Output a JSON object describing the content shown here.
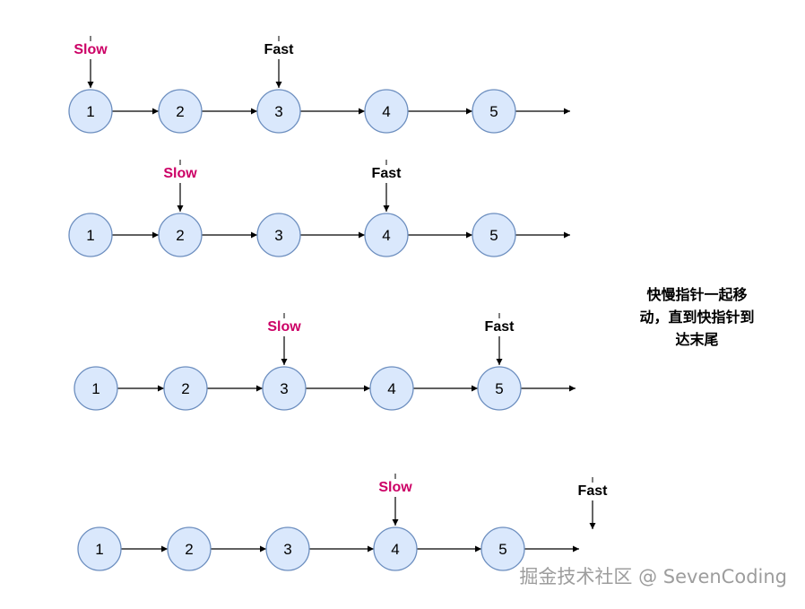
{
  "colors": {
    "node_fill": "#dae8fc",
    "node_stroke": "#6c8ebf",
    "slow_color": "#cc0066",
    "fast_color": "#000000"
  },
  "rows": [
    {
      "nodes": [
        "1",
        "2",
        "3",
        "4",
        "5"
      ],
      "slow": {
        "label": "Slow",
        "at": 1
      },
      "fast": {
        "label": "Fast",
        "at": 3
      }
    },
    {
      "nodes": [
        "1",
        "2",
        "3",
        "4",
        "5"
      ],
      "slow": {
        "label": "Slow",
        "at": 2
      },
      "fast": {
        "label": "Fast",
        "at": 4
      }
    },
    {
      "nodes": [
        "1",
        "2",
        "3",
        "4",
        "5"
      ],
      "slow": {
        "label": "Slow",
        "at": 3
      },
      "fast": {
        "label": "Fast",
        "at": 5
      }
    },
    {
      "nodes": [
        "1",
        "2",
        "3",
        "4",
        "5"
      ],
      "slow": {
        "label": "Slow",
        "at": 4
      },
      "fast": {
        "label": "Fast",
        "at": 6
      }
    }
  ],
  "note": {
    "lines": [
      "快慢指针一起移",
      "动，直到快指针到",
      "达末尾"
    ]
  },
  "watermark": "掘金技术社区 @ SevenCoding"
}
